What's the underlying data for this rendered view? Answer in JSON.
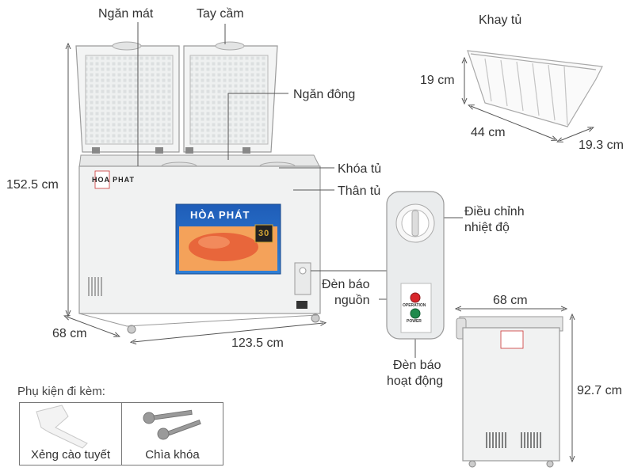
{
  "parts": {
    "ngan_mat": "Ngăn mát",
    "tay_cam": "Tay cầm",
    "ngan_dong": "Ngăn đông",
    "khoa_tu": "Khóa tủ",
    "than_tu": "Thân tủ",
    "dieu_chinh_line1": "Điều chỉnh",
    "dieu_chinh_line2": "nhiệt độ",
    "den_nguon_line1": "Đèn báo",
    "den_nguon_line2": "nguồn",
    "den_hoat_dong_line1": "Đèn báo",
    "den_hoat_dong_line2": "hoạt động",
    "khay_tu": "Khay tủ"
  },
  "dimensions": {
    "main_height": "152.5 cm",
    "main_depth": "68 cm",
    "main_width": "123.5 cm",
    "tray_height": "19 cm",
    "tray_length": "44 cm",
    "tray_depth": "19.3 cm",
    "side_depth": "68 cm",
    "side_height": "92.7 cm"
  },
  "accessories": {
    "title": "Phụ kiện đi kèm:",
    "items": [
      "Xẻng cào tuyết",
      "Chìa khóa"
    ]
  },
  "brand": {
    "logo_text": "HOA PHAT",
    "front_label": "HÒA PHÁT",
    "badge_number": "30",
    "panel_operation": "OPERATION",
    "panel_power": "POWER"
  },
  "colors": {
    "body": "#f1f2f2",
    "outline": "#9a9a9a",
    "brand_blue": "#1e4fa8",
    "leader": "#555555",
    "operation_led": "#d8262b",
    "power_led": "#1f8a4c"
  },
  "icons": [
    "snow-scraper-icon",
    "keys-icon"
  ]
}
